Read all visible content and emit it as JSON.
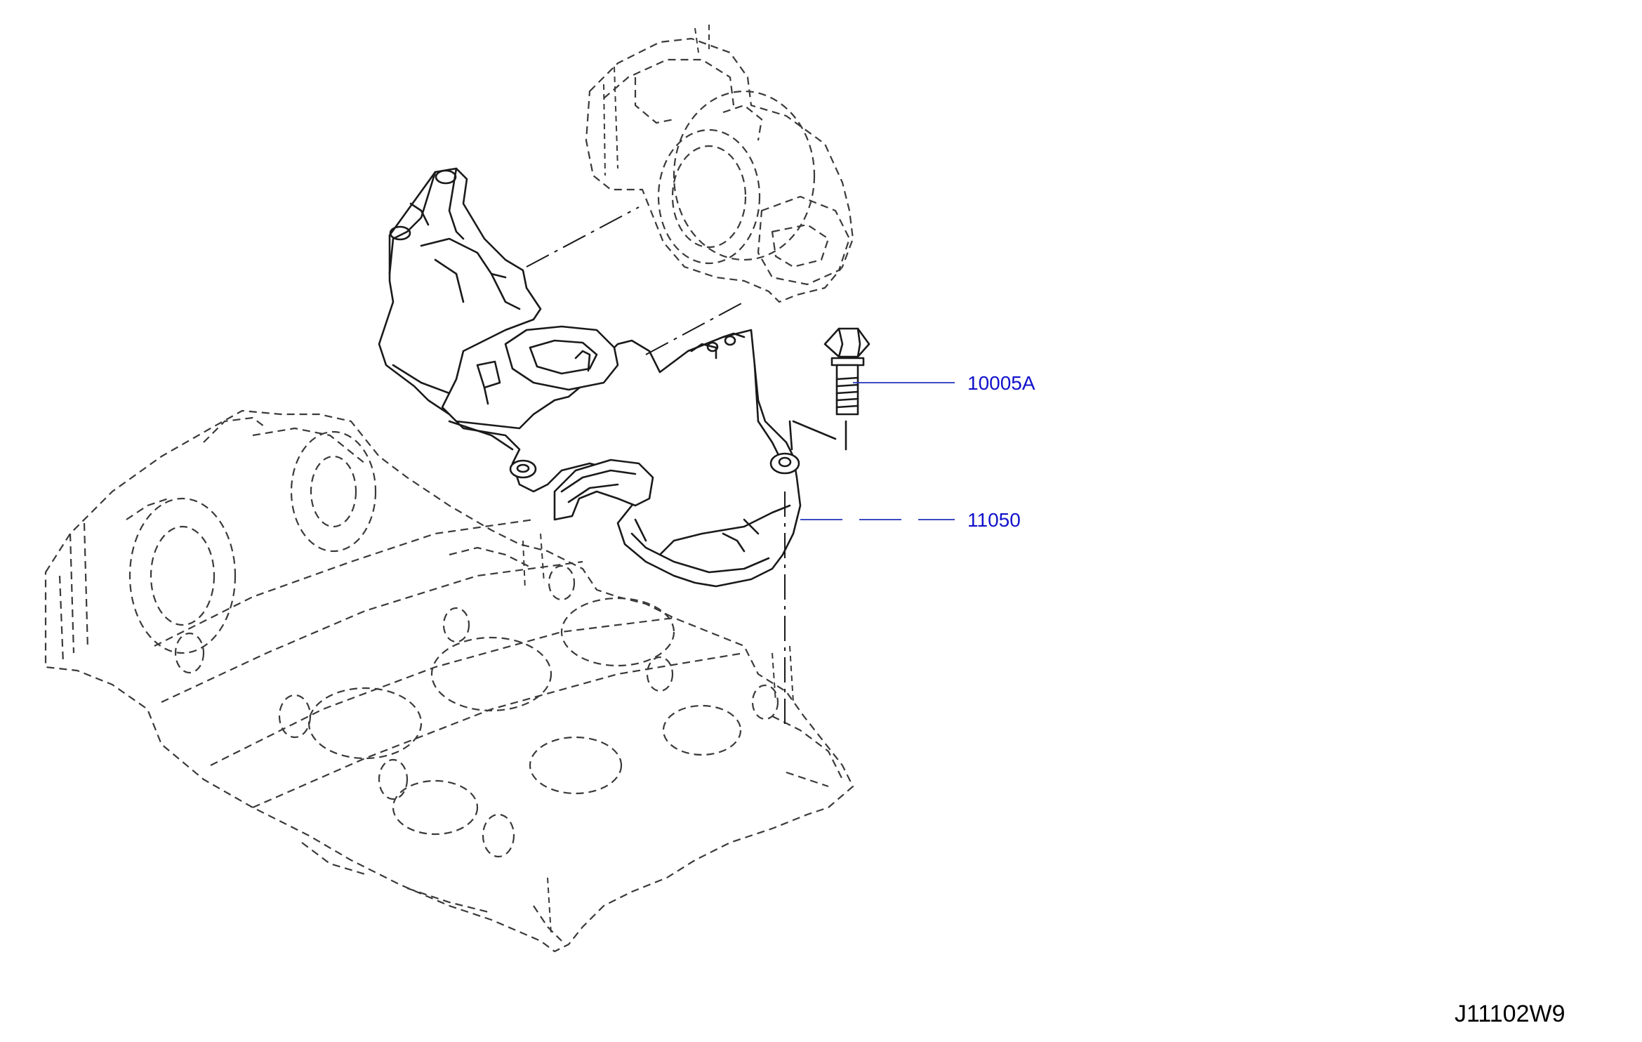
{
  "callouts": {
    "bolt": {
      "part_number": "10005A",
      "color": "#1111cc"
    },
    "cover": {
      "part_number": "11050",
      "color": "#1111cc"
    }
  },
  "diagram_code": "J11102W9",
  "colors": {
    "line_art": "#1a1a1a",
    "callout_text": "#1111cc",
    "leader": "#2233bb",
    "background": "#ffffff"
  }
}
